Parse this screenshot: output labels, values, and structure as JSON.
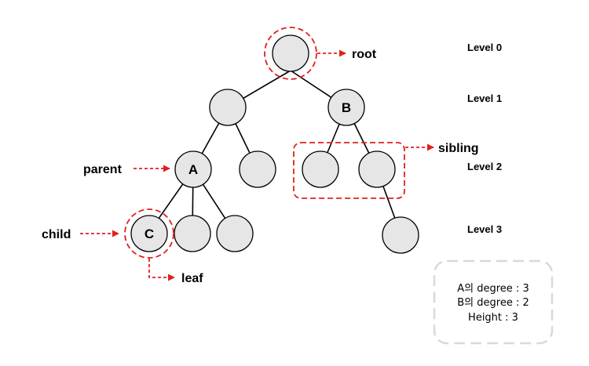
{
  "nodes": {
    "root": "",
    "level1_left": "",
    "b": "B",
    "a": "A",
    "level2_mid": "",
    "level2_sibling_left": "",
    "level2_sibling_right": "",
    "c": "C",
    "level3_mid": "",
    "level3_right": "",
    "level3_far": ""
  },
  "callouts": {
    "root": "root",
    "sibling": "sibling",
    "parent": "parent",
    "child": "child",
    "leaf": "leaf"
  },
  "levels": [
    "Level 0",
    "Level 1",
    "Level 2",
    "Level 3"
  ],
  "info": {
    "line1": "A의 degree : 3",
    "line2": "B의 degree : 2",
    "line3": "Height : 3"
  },
  "colors": {
    "highlight": "#e0201e",
    "node_fill": "#e6e6e6",
    "info_border": "#d9d9d9"
  }
}
